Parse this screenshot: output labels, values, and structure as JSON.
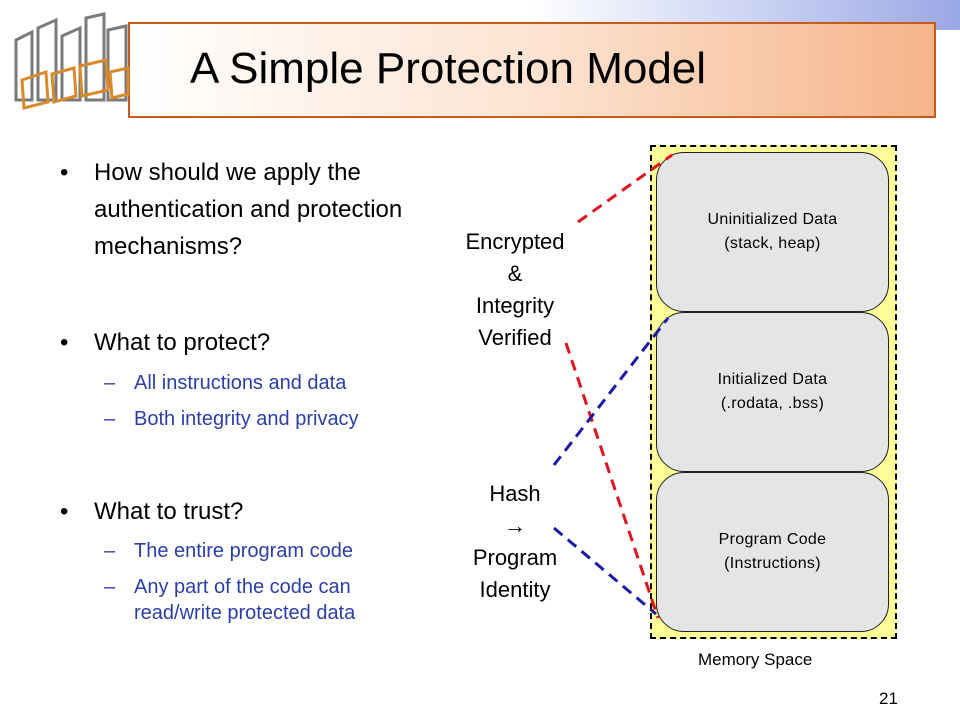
{
  "slide": {
    "title": "A Simple Protection Model",
    "page_number": "21"
  },
  "bullets": [
    {
      "text": "How should we apply the authentication and protection mechanisms?",
      "subs": []
    },
    {
      "text": "What to protect?",
      "subs": [
        "All instructions and data",
        "Both integrity and privacy"
      ]
    },
    {
      "text": "What to trust?",
      "subs": [
        "The entire program code",
        "Any part of the code can read/write protected data"
      ]
    }
  ],
  "diagram": {
    "container_label": "Memory Space",
    "segments": [
      {
        "line1": "Uninitialized Data",
        "line2": "(stack, heap)"
      },
      {
        "line1": "Initialized Data",
        "line2": "(.rodata, .bss)"
      },
      {
        "line1": "Program Code",
        "line2": "(Instructions)"
      }
    ],
    "encrypted_label": {
      "l1": "Encrypted",
      "l2": "&",
      "l3": "Integrity",
      "l4": "Verified"
    },
    "hash_label": {
      "l1": "Hash",
      "l2": "→",
      "l3": "Program",
      "l4": "Identity"
    },
    "colors": {
      "encrypted_line": "#e0141e",
      "hash_line": "#1a1aa8",
      "container_fill": "#ffff99",
      "segment_fill": "#e5e5e5",
      "title_border": "#c85a1a",
      "sub_text": "#2b3ea8"
    }
  }
}
